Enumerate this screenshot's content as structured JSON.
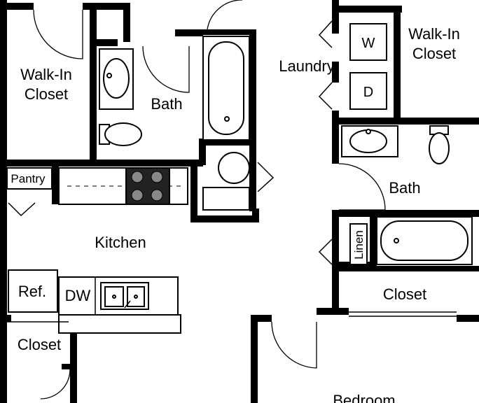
{
  "rooms": {
    "walkin_left_line1": "Walk-In",
    "walkin_left_line2": "Closet",
    "bath_left": "Bath",
    "laundry": "Laundry",
    "washer": "W",
    "dryer": "D",
    "walkin_right_line1": "Walk-In",
    "walkin_right_line2": "Closet",
    "bath_right": "Bath",
    "pantry": "Pantry",
    "kitchen": "Kitchen",
    "linen": "Linen",
    "closet_right": "Closet",
    "refrigerator": "Ref.",
    "dishwasher": "DW",
    "closet_left": "Closet",
    "bedroom": "Bedroom"
  }
}
